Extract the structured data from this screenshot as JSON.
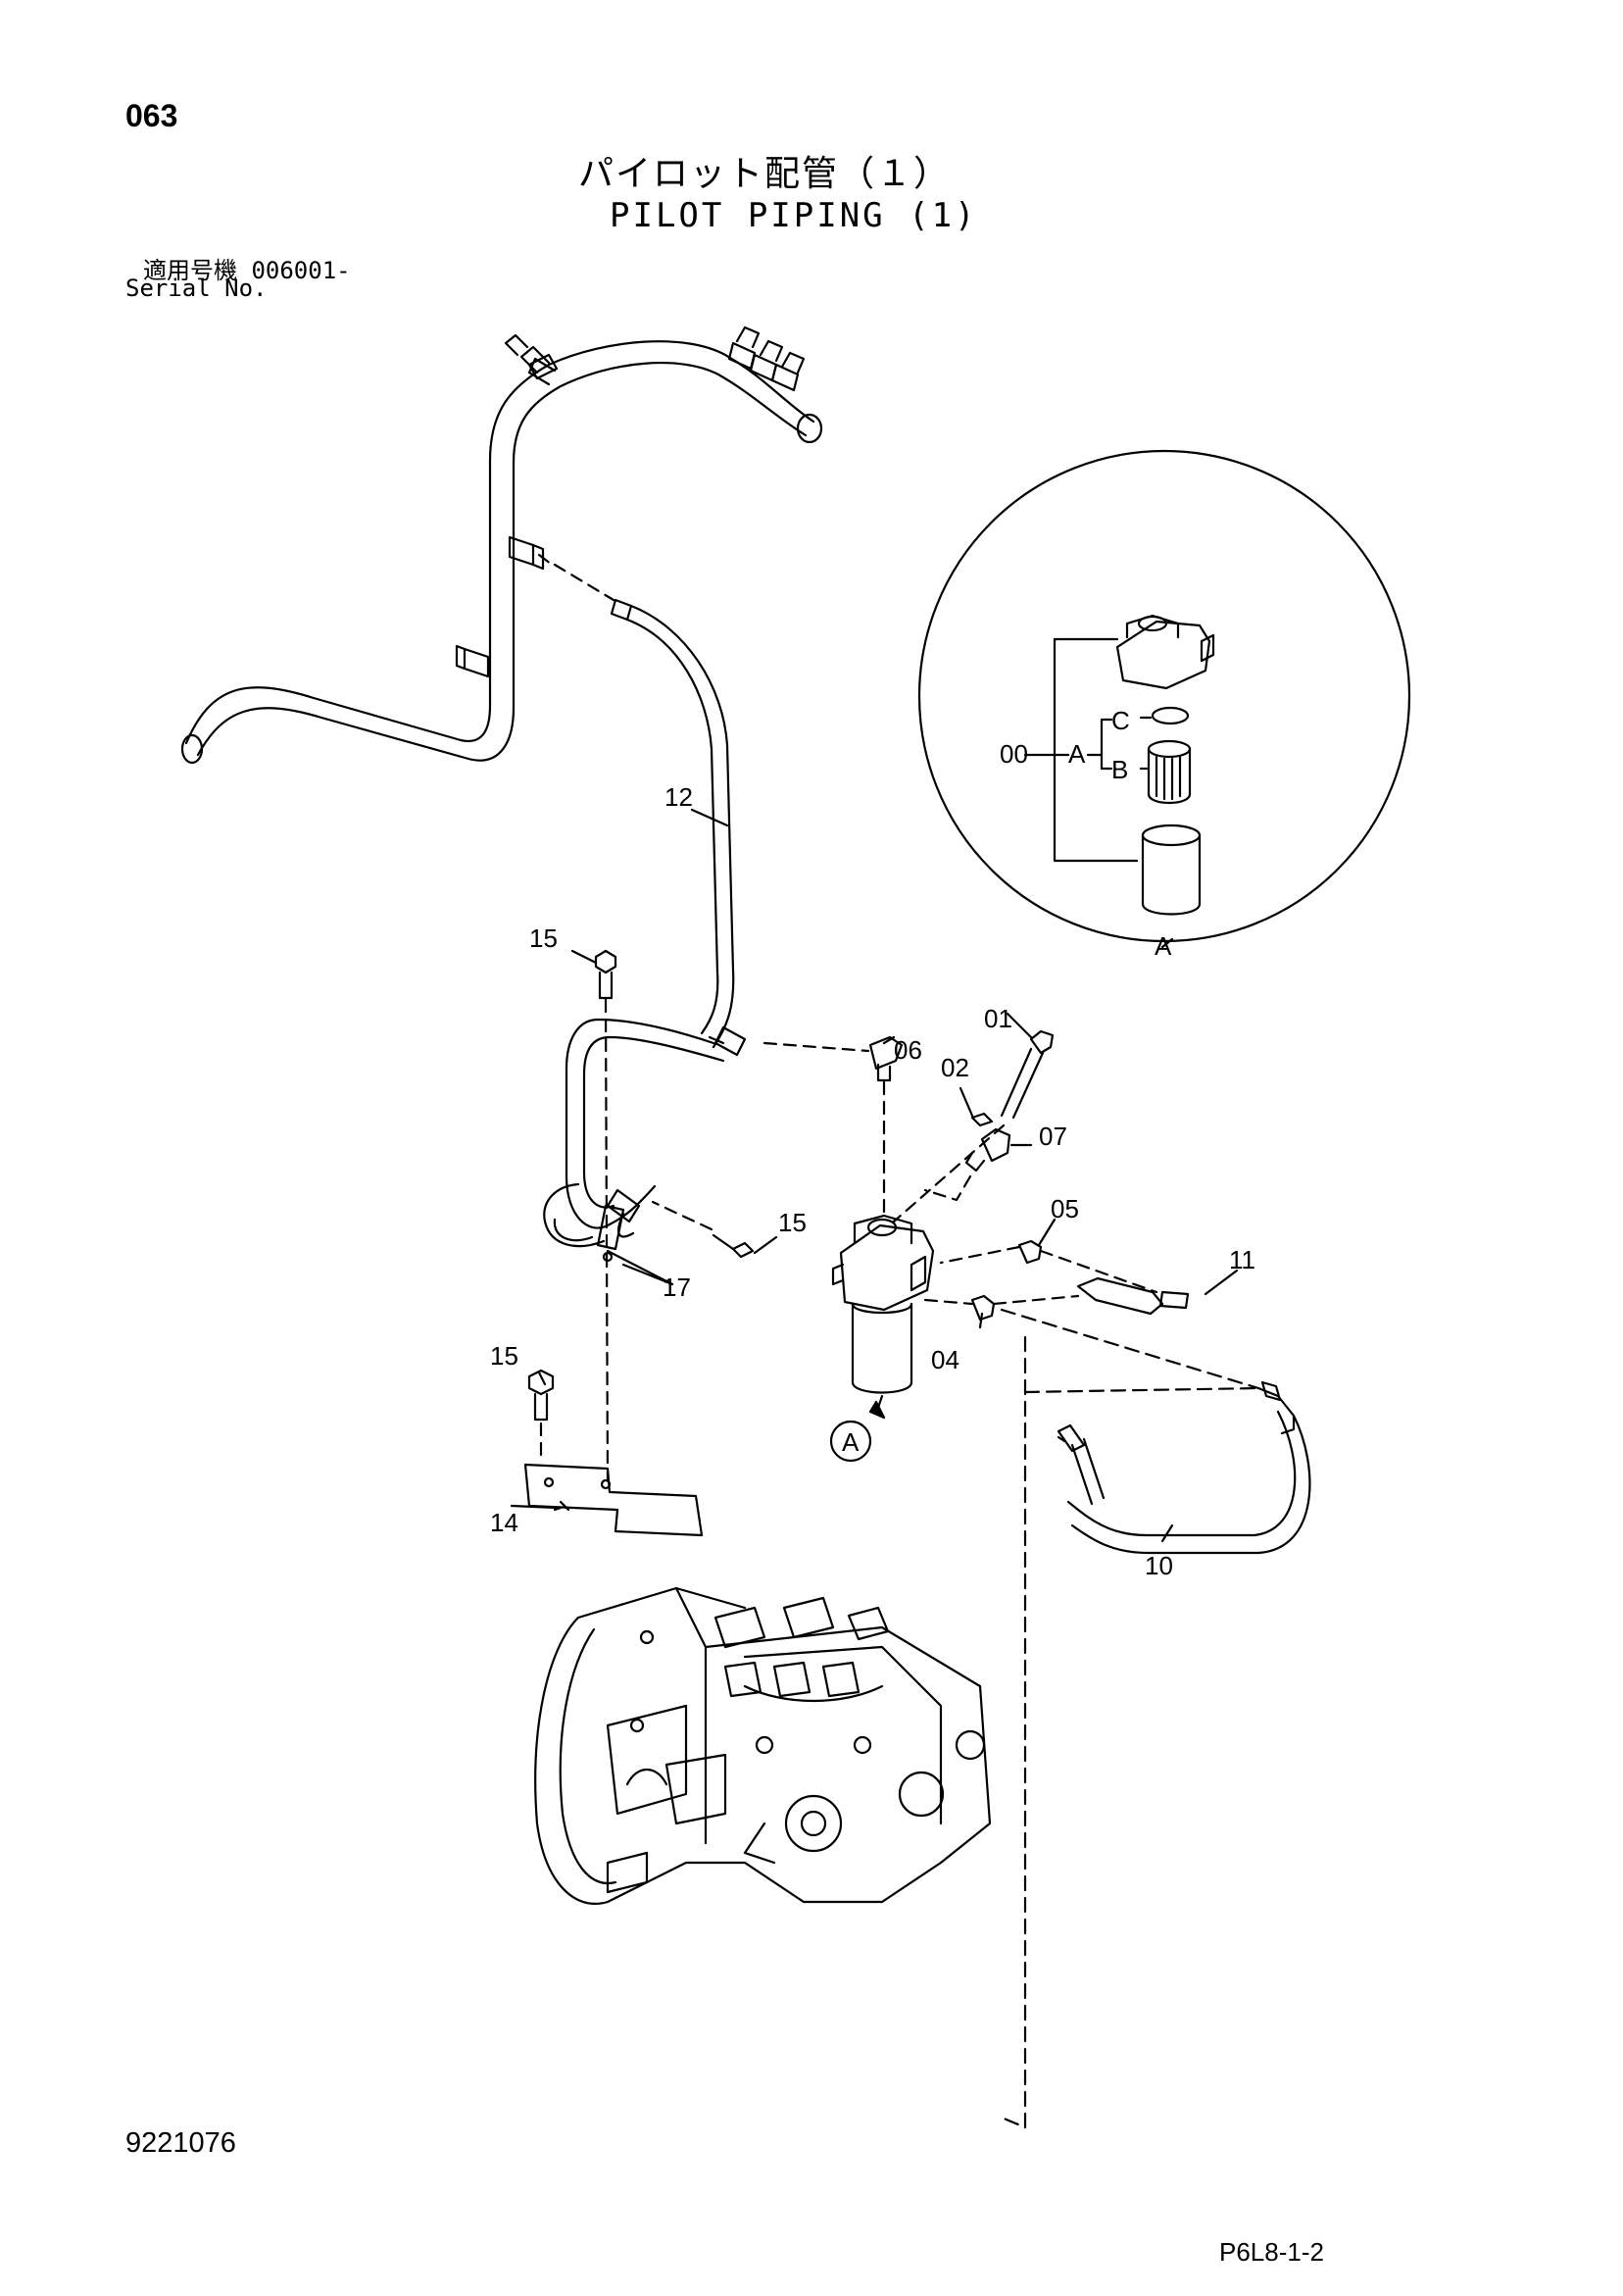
{
  "page_number": "063",
  "title_jp": "パイロット配管（１）",
  "title_en": "PILOT PIPING (1)",
  "serial_jp": "適用号機  006001-",
  "serial_en": "Serial No.",
  "document_id": "9221076",
  "page_code": "P6L8-1-2",
  "part_labels": {
    "p00": "00",
    "p01": "01",
    "p02": "02",
    "p04": "04",
    "p05": "05",
    "p06": "06",
    "p07": "07",
    "p10": "10",
    "p11": "11",
    "p12": "12",
    "p14": "14",
    "p15a": "15",
    "p15b": "15",
    "p15c": "15",
    "p17": "17"
  },
  "detail_labels": {
    "a": "A",
    "b": "B",
    "c": "C",
    "detail_a": "A",
    "callout_a": "A"
  }
}
